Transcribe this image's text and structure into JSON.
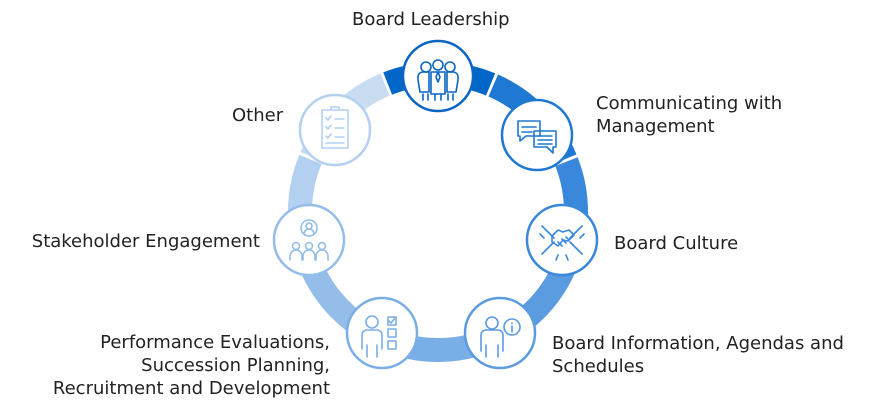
{
  "segment_colors": [
    "#0066c7",
    "#1f78d1",
    "#3a88db",
    "#5b9be0",
    "#7aaee6",
    "#94bde9",
    "#b3d0f0",
    "#c9dcf2"
  ],
  "nodes": [
    {
      "id": "board-leadership",
      "icon": "board-leadership-icon",
      "lines": [
        "Board Leadership"
      ],
      "color": "#0a66c2"
    },
    {
      "id": "communicating-with-management",
      "icon": "chat-bubbles-icon",
      "lines": [
        "Communicating with",
        "Management"
      ],
      "color": "#1f78d1"
    },
    {
      "id": "board-culture",
      "icon": "joined-hands-icon",
      "lines": [
        "Board Culture"
      ],
      "color": "#3a88db"
    },
    {
      "id": "board-information",
      "icon": "person-info-icon",
      "lines": [
        "Board Information, Agendas and",
        "Schedules"
      ],
      "color": "#5b9be0"
    },
    {
      "id": "performance-evaluations",
      "icon": "person-checklist-icon",
      "lines": [
        "Performance Evaluations,",
        "Succession Planning,",
        "Recruitment and Development"
      ],
      "color": "#7aaee6"
    },
    {
      "id": "stakeholder-engagement",
      "icon": "stakeholders-icon",
      "lines": [
        "Stakeholder Engagement"
      ],
      "color": "#94bde9"
    },
    {
      "id": "other",
      "icon": "document-checklist-icon",
      "lines": [
        "Other"
      ],
      "color": "#b3d0f0"
    }
  ]
}
